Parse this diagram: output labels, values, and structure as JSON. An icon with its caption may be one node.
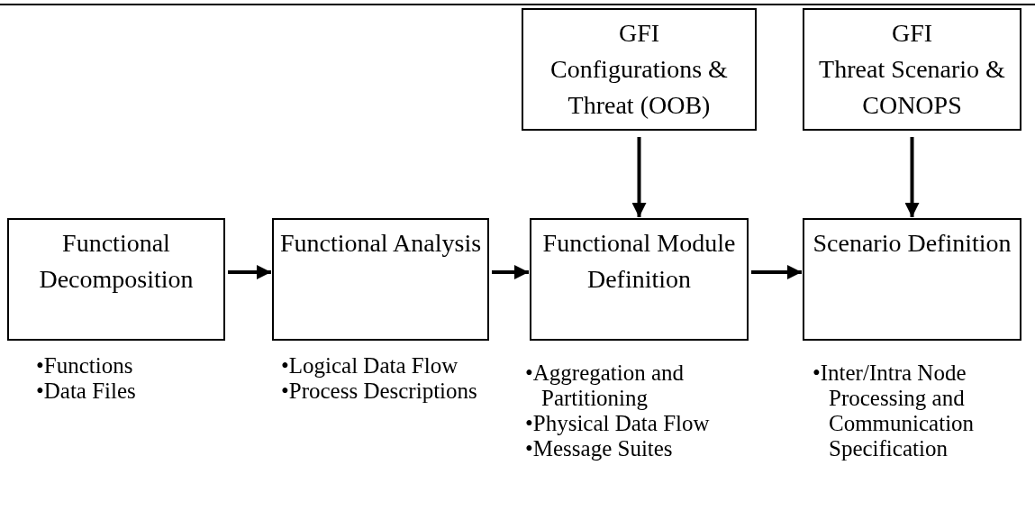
{
  "diagram": {
    "nodes": [
      {
        "text": [
          "Functional Decomposition"
        ],
        "beside": [
          "•Functions",
          "•Data Files"
        ]
      },
      {
        "text": [
          "Functional Analysis"
        ],
        "beside": [
          "•Logical Data Flow",
          "•Process Descriptions"
        ]
      },
      {
        "text": [
          "Functional Module Definition"
        ],
        "beside": [
          "•Aggregation and Partitioning",
          "•Physical Data Flow",
          "•Message Suites"
        ]
      },
      {
        "text": [
          "Scenario Definition"
        ],
        "beside": [
          "•Inter/Intra Node Processing and Communication Specification"
        ]
      },
      {
        "text": [
          "GFI",
          "Configurations & Threat (OOB)"
        ]
      },
      {
        "text": [
          "GFI",
          "Threat Scenario & CONOPS"
        ]
      }
    ],
    "edges": [
      {
        "from": 0,
        "to": 1,
        "arrow": "to"
      },
      {
        "from": 1,
        "to": 2,
        "arrow": "to"
      },
      {
        "from": 2,
        "to": 3,
        "arrow": "to"
      },
      {
        "from": 4,
        "to": 2,
        "arrow": "to"
      },
      {
        "from": 5,
        "to": 3,
        "arrow": "to"
      }
    ]
  }
}
